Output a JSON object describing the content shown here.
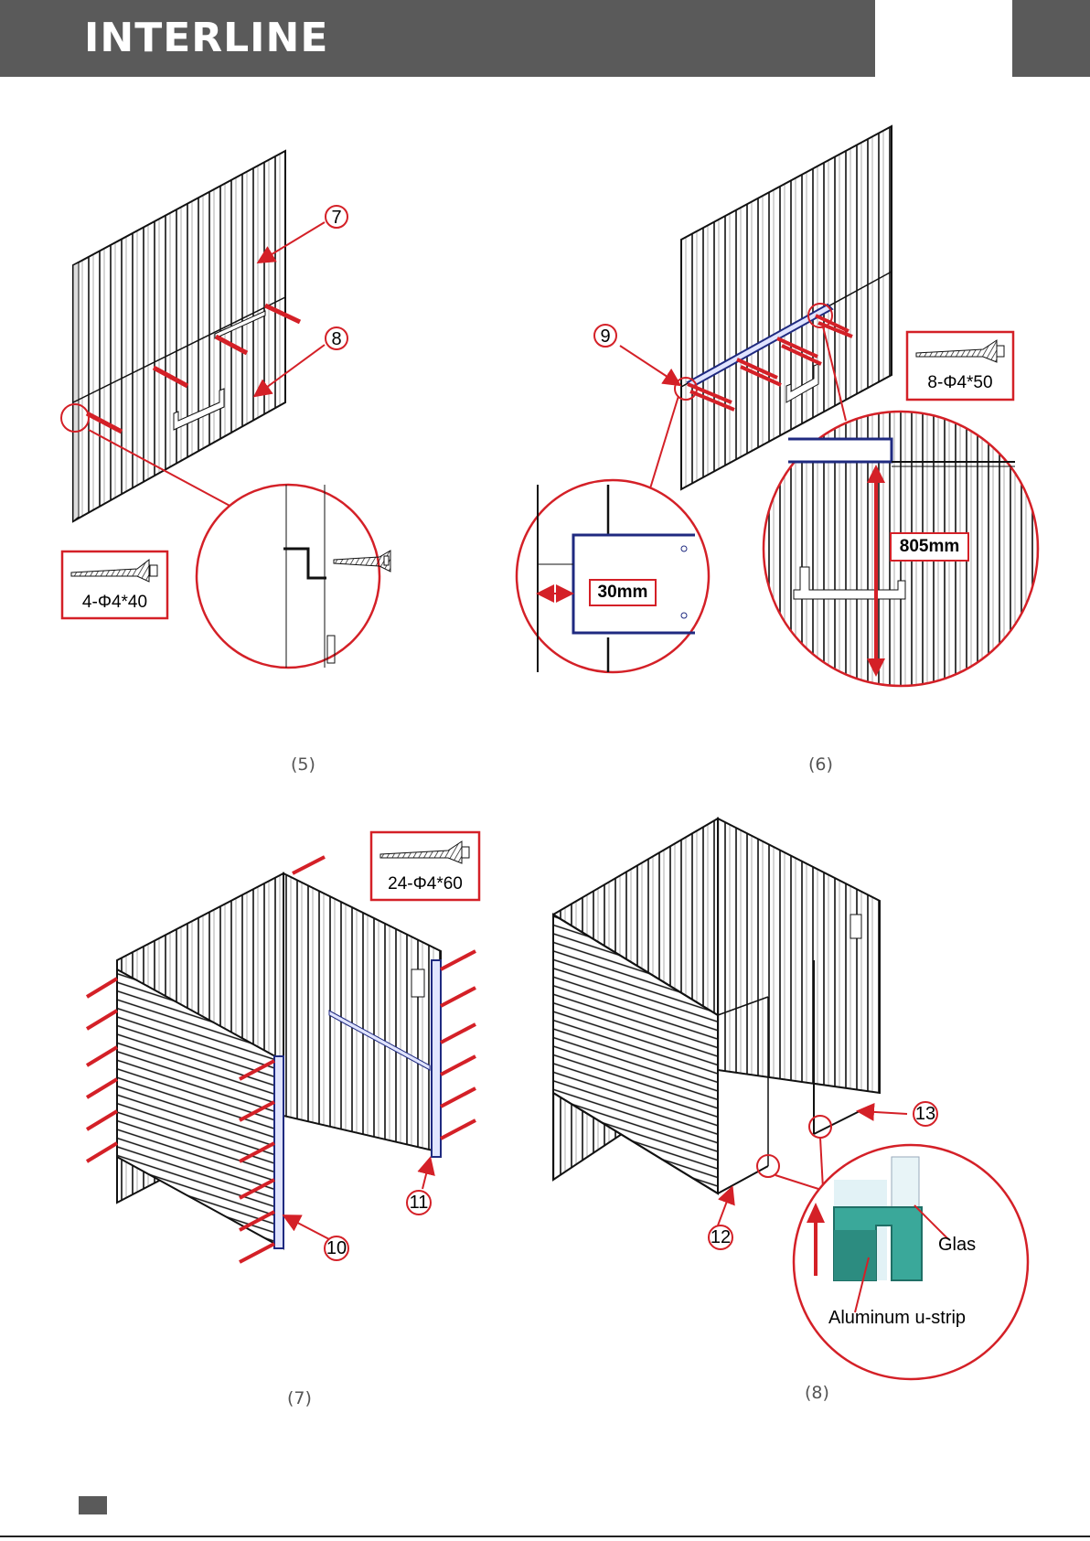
{
  "brand": {
    "logo_text": "INTERLINE"
  },
  "figures": [
    {
      "id": "fig5",
      "caption": "(5)",
      "callouts": [
        "7",
        "8"
      ],
      "screw_spec": "4-Φ4*40"
    },
    {
      "id": "fig6",
      "caption": "(6)",
      "callouts": [
        "9"
      ],
      "screw_spec": "8-Φ4*50",
      "dimensions": [
        "30mm",
        "805mm"
      ]
    },
    {
      "id": "fig7",
      "caption": "(7)",
      "callouts": [
        "10",
        "11"
      ],
      "screw_spec": "24-Φ4*60"
    },
    {
      "id": "fig8",
      "caption": "(8)",
      "callouts": [
        "12",
        "13"
      ],
      "detail_labels": [
        "Glas",
        "Aluminum u-strip"
      ]
    }
  ],
  "colors": {
    "header": "#5a5a5a",
    "callout_red": "#d42027",
    "profile_blue": "#1f2a80",
    "glass_teal": "#3aa89a"
  }
}
